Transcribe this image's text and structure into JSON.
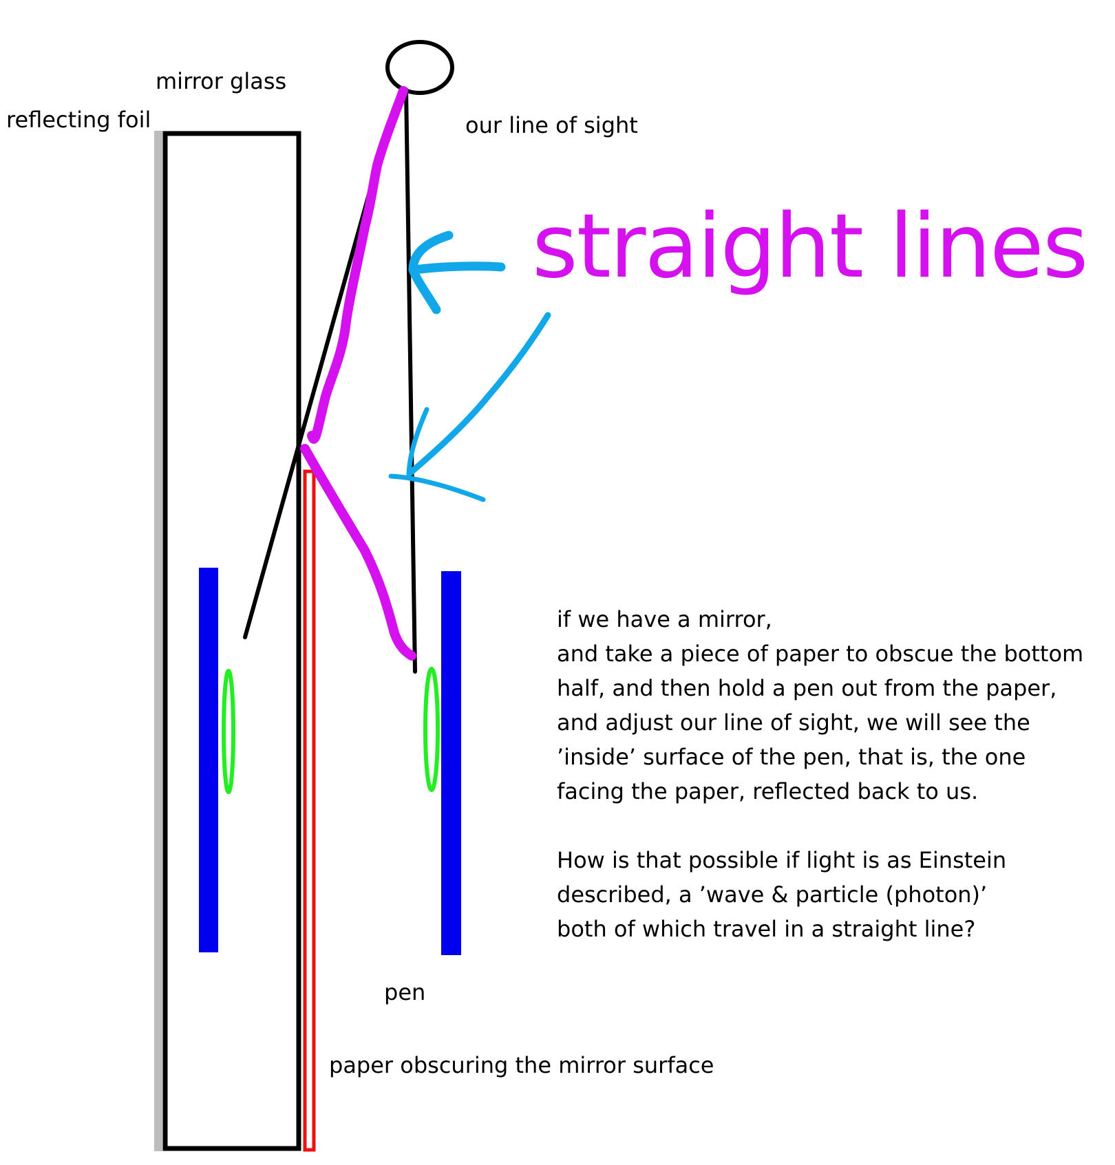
{
  "labels": {
    "reflecting_foil": "reflecting foil",
    "mirror_glass": "mirror glass",
    "line_of_sight": "our line of sight",
    "straight_lines": "straight lines",
    "pen": "pen",
    "paper": "paper obscuring the mirror surface"
  },
  "explanation": {
    "paragraph_1": "if we have a mirror,\nand take a piece of paper  to obscue the bottom\nhalf, and then hold a pen out from the paper,\nand adjust our line of sight, we will see the\n’inside’ surface of the pen, that is, the one\nfacing the paper, reflected back to us.",
    "paragraph_2": "How is that possible if light is as Einstein\ndescribed, a ’wave & particle (photon)’\nboth of which travel in a straight line?"
  },
  "colors": {
    "foil": "#bdbdbd",
    "glass_outline": "#000000",
    "paper": "#ee1111",
    "pen": "#0000ee",
    "pen_highlight": "#22ee22",
    "ray_path": "#d512ef",
    "sight_line": "#000000",
    "arrows": "#11a7e8",
    "straight_lines_text": "#d512ef"
  }
}
